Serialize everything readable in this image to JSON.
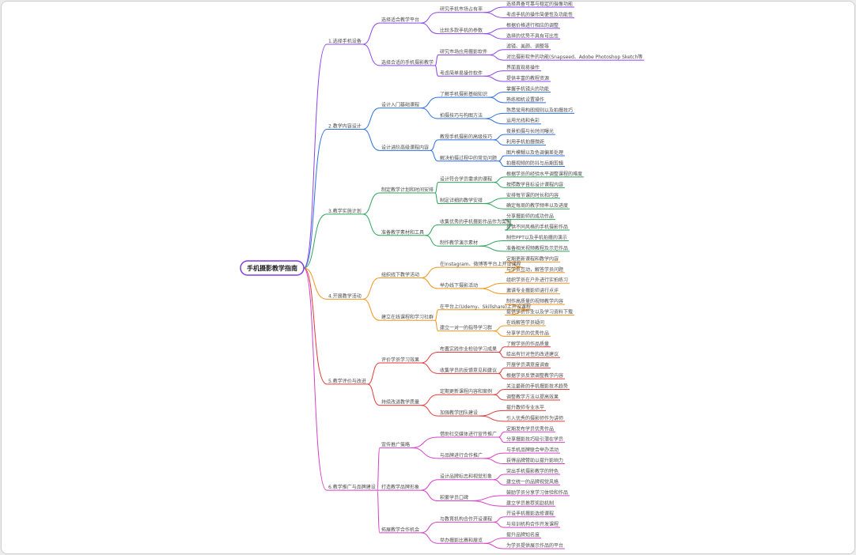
{
  "mindmap": {
    "root": "手机摄影教学指南",
    "colors": {
      "b1": "#8e44ec",
      "b2": "#2d6fe0",
      "b3": "#2fa35a",
      "b4": "#f0961e",
      "b5": "#e23a3a",
      "b6": "#d640c8",
      "root_border": "#7d3ee0"
    },
    "branches": [
      {
        "label": "1.选择手机设备",
        "children": [
          {
            "label": "选择适合教学平台",
            "children": [
              {
                "label": "研究手机市场占有率",
                "children": [
                  "选择具备可靠与稳定的摄像功能",
                  "考虑手机的操作简便性及功能性"
                ]
              },
              {
                "label": "比较多款手机的参数",
                "children": [
                  "根据价格进行相应的调整",
                  "选择的优势不具有可比性"
                ]
              }
            ]
          },
          {
            "label": "选择合适的手机摄影教学",
            "children": [
              {
                "label": "研究市场应用摄影软件",
                "children": [
                  "滤镜、美颜、调整等",
                  "对比摄影软件的功能(Snapseed、Adobe Photoshop Sketch等"
                ]
              },
              {
                "label": "考虑简单易操作软件",
                "children": [
                  "界面直观易操作",
                  "提供丰富的教程资源"
                ]
              }
            ]
          }
        ]
      },
      {
        "label": "2.教学内容设计",
        "children": [
          {
            "label": "设计入门基础课程",
            "children": [
              {
                "label": "了解手机摄影基础知识",
                "children": [
                  "掌握手机镜头的功能",
                  "熟练相机设置操作"
                ]
              },
              {
                "label": "拍摄技巧与构图方法",
                "children": [
                  "熟悉常用构图规则以及拍摄技巧",
                  "运用光线和色彩"
                ]
              }
            ]
          },
          {
            "label": "设计进阶高级课程内容",
            "children": [
              {
                "label": "教授手机摄影的高级技巧",
                "children": [
                  "夜景拍摄与长时间曝光",
                  "利用手机拍摄微距"
                ]
              },
              {
                "label": "解决拍摄过程中的常见问题",
                "children": [
                  "图片模糊以及色调偏差处理",
                  "拍摄视频的防抖与后期剪辑"
                ]
              }
            ]
          }
        ]
      },
      {
        "label": "3.教学实施计划",
        "children": [
          {
            "label": "制定教学计划和时间安排",
            "children": [
              {
                "label": "设计符合学员需求的课程",
                "children": [
                  "根据学员的经验水平调整课程的难度",
                  "按照教学目标设计课程内容"
                ]
              },
              {
                "label": "制定详细的教学安排",
                "children": [
                  "安排每节课的时长和内容",
                  "确定每周的教学频率以及进度"
                ]
              }
            ]
          },
          {
            "label": "准备教学素材和工具",
            "children": [
              {
                "label": "收集优秀的手机摄影作品作为案例",
                "children": [
                  "分享摄影师的成功作品",
                  "提供不同风格的手机摄影作品"
                ]
              },
              {
                "label": "制作教学演示素材",
                "children": [
                  "制作PPT以及手机拍摄的演示",
                  "准备相关视频教程及示范作品"
                ]
              }
            ]
          }
        ]
      },
      {
        "label": "4.开展教学活动",
        "children": [
          {
            "label": "组织线下教学活动",
            "children": [
              {
                "label": "在Instagram、微博等平台上开设课程",
                "children": [
                  "定期更新课程和教学内容",
                  "与学员互动，解答学员问题"
                ]
              },
              {
                "label": "举办线下摄影活动",
                "children": [
                  "组织学员在户外进行实拍练习",
                  "邀请专业摄影师进行点评"
                ]
              }
            ]
          },
          {
            "label": "建立在线课程和学习社群",
            "children": [
              {
                "label": "在平台上(Udemy、Skillshare)上开设课程",
                "children": [
                  "制作高质量的视频教学内容",
                  "提供学员作业以及学习资料下载"
                ]
              },
              {
                "label": "建立一对一的指导学习群",
                "children": [
                  "在线解答学员疑问",
                  "分享学员的优秀作品"
                ]
              }
            ]
          }
        ]
      },
      {
        "label": "5.教学评价与改进",
        "children": [
          {
            "label": "评价学员学习效果",
            "children": [
              {
                "label": "布置实践作业检验学习成果",
                "children": [
                  "了解学员的作品质量",
                  "给出有针对性的改进建议"
                ]
              },
              {
                "label": "收集学员的反馈意见和建议",
                "children": [
                  "开展学员满意度调查",
                  "根据学员反馈调整教学内容"
                ]
              }
            ]
          },
          {
            "label": "持续改进教学质量",
            "children": [
              {
                "label": "定期更新课程内容和案例",
                "children": [
                  "关注最新的手机摄影技术趋势",
                  "调整教学方法以提高效果"
                ]
              },
              {
                "label": "加强教学团队建设",
                "children": [
                  "提升教师专业水平",
                  "引入优秀的摄影师作为讲师"
                ]
              }
            ]
          }
        ]
      },
      {
        "label": "6.教学推广与品牌建设",
        "children": [
          {
            "label": "宣传推广策略",
            "children": [
              {
                "label": "借助社交媒体进行宣传推广",
                "children": [
                  "定期发布学员优秀作品",
                  "分享摄影技巧吸引潜在学员"
                ]
              },
              {
                "label": "与品牌进行合作推广",
                "children": [
                  "与手机品牌联合举办活动",
                  "获得品牌赞助以提升影响力"
                ]
              }
            ]
          },
          {
            "label": "打造教学品牌形象",
            "children": [
              {
                "label": "设计品牌标志和视觉形象",
                "children": [
                  "突出手机摄影教学的特色",
                  "建立统一的品牌视觉风格"
                ]
              },
              {
                "label": "积累学员口碑",
                "children": [
                  "鼓励学员分享学习体验和作品",
                  "建立学员推荐奖励机制"
                ]
              }
            ]
          },
          {
            "label": "拓展教学合作机会",
            "children": [
              {
                "label": "与教育机构合作开设课程",
                "children": [
                  "开设手机摄影选修课程",
                  "与培训机构合作开发课程"
                ]
              },
              {
                "label": "举办摄影比赛和展览",
                "children": [
                  "提升品牌知名度",
                  "为学员提供展示作品的平台"
                ]
              }
            ]
          }
        ]
      }
    ]
  }
}
